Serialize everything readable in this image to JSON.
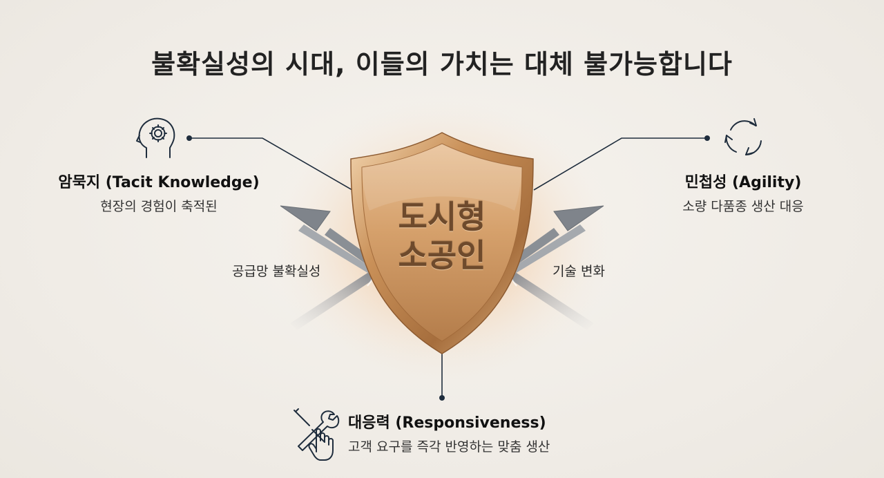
{
  "title": "불확실성의 시대, 이들의 가치는 대체 불가능합니다",
  "center": {
    "line1": "도시형",
    "line2": "소공인"
  },
  "nodes": {
    "tacit": {
      "title": "암묵지 (Tacit Knowledge)",
      "subtitle": "현장의 경험이 축적된",
      "icon": "head-gear-icon"
    },
    "agility": {
      "title": "민첩성 (Agility)",
      "subtitle": "소량 다품종 생산 대응",
      "icon": "cycle-arrows-icon"
    },
    "responsiveness": {
      "title": "대응력 (Responsiveness)",
      "subtitle": "고객 요구를 즉각 반영하는 맞춤 생산",
      "icon": "tools-hand-icon"
    }
  },
  "threats": {
    "left": "공급망 불확실성",
    "right": "기술 변화"
  },
  "colors": {
    "background": "#efebe5",
    "shield_gold": "#c9955f",
    "line": "#1f2d3d",
    "arrow_gray": "#8c9096",
    "glow": "#e8a25a"
  }
}
